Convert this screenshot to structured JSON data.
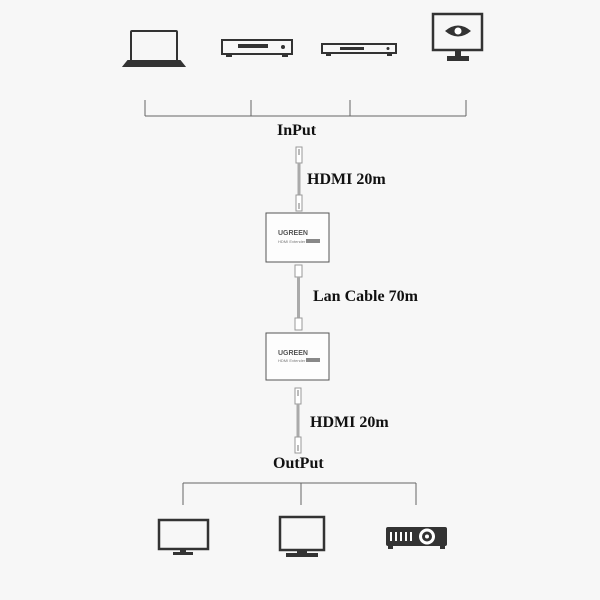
{
  "labels": {
    "input": "InPut",
    "hdmi_top": "HDMI 20m",
    "lan": "Lan Cable 70m",
    "hdmi_bottom": "HDMI 20m",
    "output": "OutPut"
  },
  "extender_box": {
    "brand": "UGREEN",
    "model": "HDMI Extender 70"
  },
  "icons": {
    "inputs": [
      "laptop-icon",
      "dvd-player-icon",
      "set-top-box-icon",
      "camera-monitor-icon"
    ],
    "outputs": [
      "monitor-icon",
      "tv-icon",
      "projector-icon"
    ]
  },
  "colors": {
    "line": "#666666",
    "icon": "#333333",
    "cable": "#aaaaaa"
  }
}
